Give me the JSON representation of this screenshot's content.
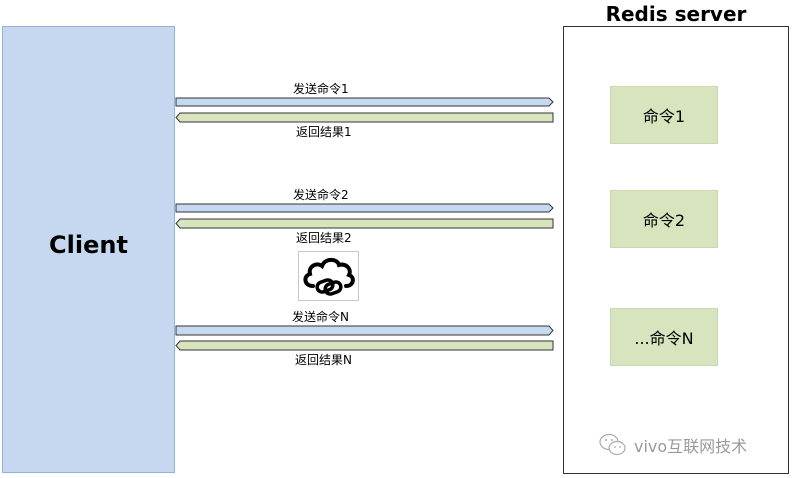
{
  "client": {
    "label": "Client"
  },
  "server": {
    "title": "Redis server"
  },
  "commands": [
    {
      "label": "命令1"
    },
    {
      "label": "命令2"
    },
    {
      "label": "...命令N"
    }
  ],
  "exchanges": [
    {
      "send_label": "发送命令1",
      "return_label": "返回结果1"
    },
    {
      "send_label": "发送命令2",
      "return_label": "返回结果2"
    },
    {
      "send_label": "发送命令N",
      "return_label": "返回结果N"
    }
  ],
  "icons": {
    "network": "cloud-link-icon",
    "watermark": "wechat-icon"
  },
  "colors": {
    "client_fill": "#c5d8f0",
    "send_arrow": "#c6d9f1",
    "return_arrow": "#d7e4bd",
    "command_fill": "#d7e4bd"
  },
  "watermark": {
    "text": "vivo互联网技术"
  }
}
